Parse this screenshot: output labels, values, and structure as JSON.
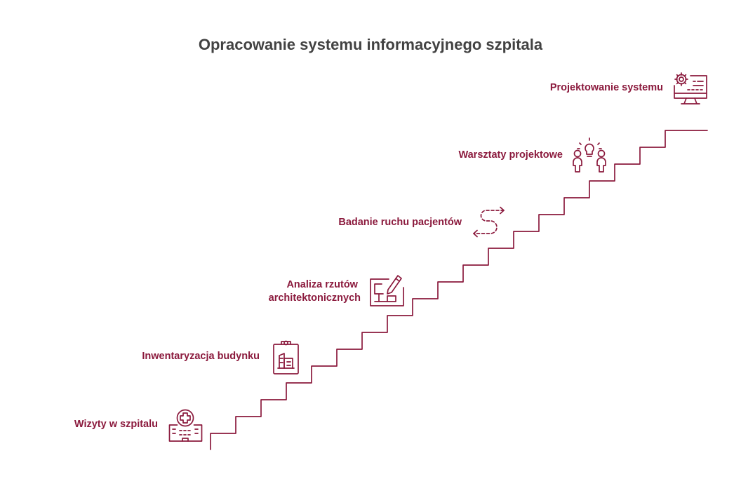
{
  "title": "Opracowanie systemu informacyjnego szpitala",
  "colors": {
    "accent": "#8b1a3d",
    "title": "#424242",
    "background": "#ffffff"
  },
  "steps": [
    {
      "label": [
        "Wizyty w szpitalu"
      ],
      "icon": "hospital-icon"
    },
    {
      "label": [
        "Inwentaryzacja budynku"
      ],
      "icon": "clipboard-icon"
    },
    {
      "label": [
        "Analiza rzutów",
        "architektonicznych"
      ],
      "icon": "blueprint-icon"
    },
    {
      "label": [
        "Badanie ruchu pacjentów"
      ],
      "icon": "path-arrows-icon"
    },
    {
      "label": [
        "Warsztaty projektowe"
      ],
      "icon": "workshop-icon"
    },
    {
      "label": [
        "Projektowanie systemu"
      ],
      "icon": "system-design-icon"
    }
  ]
}
